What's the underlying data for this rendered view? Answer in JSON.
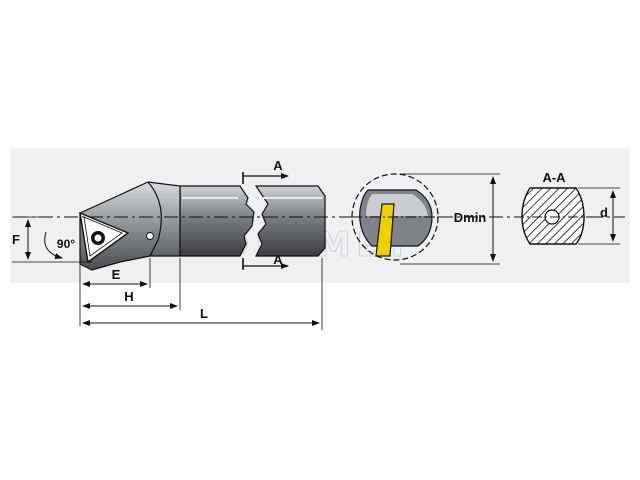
{
  "labels": {
    "section_top": "A",
    "section_bottom": "A",
    "section_view_title": "A-A",
    "dmin": "Dmin",
    "d": "d",
    "f": "F",
    "angle": "90°",
    "e": "E",
    "h": "H",
    "l": "L"
  },
  "watermark": "DREMET",
  "colors": {
    "line": "#111111",
    "body_light": "#d6d8da",
    "body_dark": "#4a4c4f",
    "insert": "#f2d000",
    "band": "#eef0f2"
  }
}
